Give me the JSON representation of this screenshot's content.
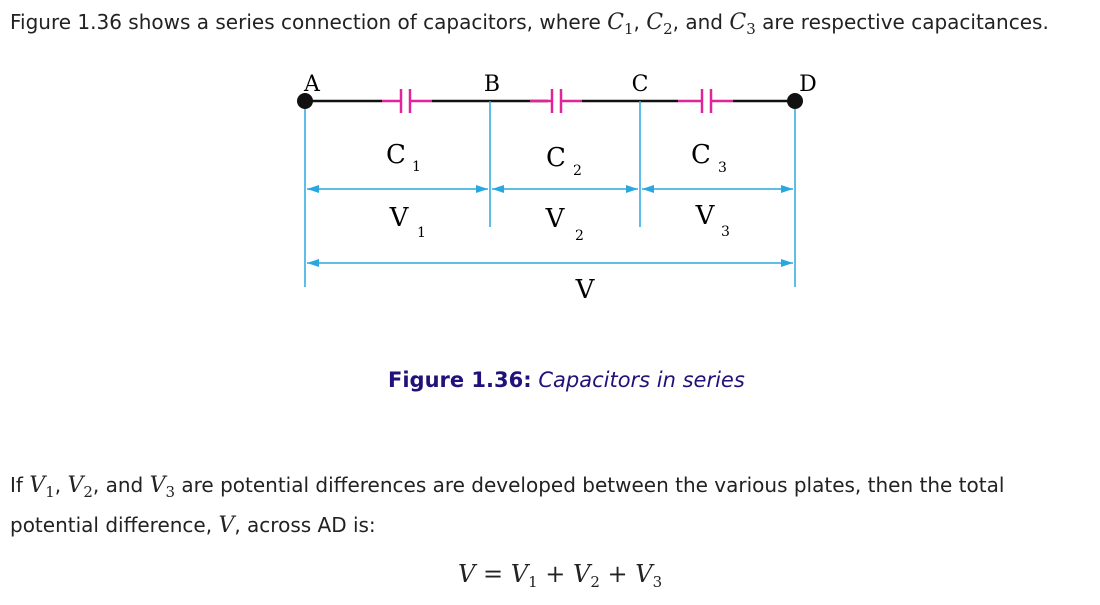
{
  "intro": {
    "text1": "Figure 1.36 shows a series connection of capacitors, where ",
    "c1": "C",
    "c1_sub": "1",
    "sep1": ", ",
    "c2": "C",
    "c2_sub": "2",
    "sep2": ", and ",
    "c3": "C",
    "c3_sub": "3",
    "text2": " are respective capacitances."
  },
  "figure": {
    "nodes": [
      "A",
      "B",
      "C",
      "D"
    ],
    "caps": [
      {
        "letter": "C",
        "sub": "1"
      },
      {
        "letter": "C",
        "sub": "2"
      },
      {
        "letter": "C",
        "sub": "3"
      }
    ],
    "volts": [
      {
        "letter": "V",
        "sub": "1"
      },
      {
        "letter": "V",
        "sub": "2"
      },
      {
        "letter": "V",
        "sub": "3"
      }
    ],
    "total": "V",
    "colors": {
      "wire": "#111111",
      "capacitor": "#e0259b",
      "dimension": "#29a8e0"
    }
  },
  "caption": {
    "label": "Figure 1.36:",
    "text": "Capacitors in series"
  },
  "paragraph": {
    "t1": "If ",
    "v1": "V",
    "v1_sub": "1",
    "sep1": ", ",
    "v2": "V",
    "v2_sub": "2",
    "sep2": ", and ",
    "v3": "V",
    "v3_sub": "3",
    "t2": " are potential differences are developed between the various plates, then the total potential difference, ",
    "v": "V",
    "t3": ", across AD is:"
  },
  "equation": {
    "lhs": "V",
    "eq": "=",
    "t1": "V",
    "t1_sub": "1",
    "plus": "+",
    "t2": "V",
    "t2_sub": "2",
    "t3": "V",
    "t3_sub": "3"
  }
}
